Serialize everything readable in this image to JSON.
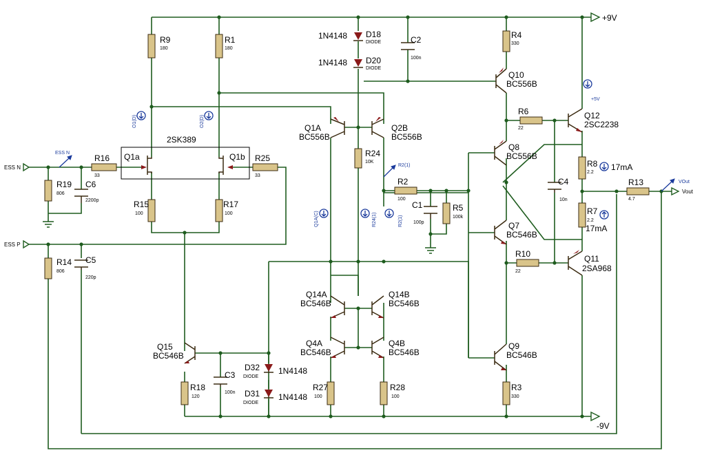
{
  "rails": {
    "vpos": "+9V",
    "vneg": "-9V"
  },
  "terminals": {
    "essn": "ESS N",
    "essp": "ESS P",
    "vout": "Vout",
    "vout_probe": "VOut"
  },
  "probes": {
    "essn": "ESS N",
    "o1d": "O1(D)",
    "o2d": "O2(D)",
    "q1ac": "Q1A(C)",
    "r24_1": "R24(1)",
    "r2_1": "R2(1)",
    "r2_1b": "R2(1)",
    "p5v": "+5V"
  },
  "currents": {
    "r8": "17mA",
    "r7": "17mA"
  },
  "jfet_pair": {
    "name": "2SK389",
    "qa": "Q1a",
    "qb": "Q1b"
  },
  "resistors": [
    {
      "ref": "R9",
      "val": "180"
    },
    {
      "ref": "R1",
      "val": "180"
    },
    {
      "ref": "R4",
      "val": "330"
    },
    {
      "ref": "R16",
      "val": "33"
    },
    {
      "ref": "R25",
      "val": "33"
    },
    {
      "ref": "R19",
      "val": "806"
    },
    {
      "ref": "R15",
      "val": "100"
    },
    {
      "ref": "R17",
      "val": "100"
    },
    {
      "ref": "R24",
      "val": "10K"
    },
    {
      "ref": "R2",
      "val": "100"
    },
    {
      "ref": "R5",
      "val": "100k"
    },
    {
      "ref": "R6",
      "val": "22"
    },
    {
      "ref": "R10",
      "val": "22"
    },
    {
      "ref": "R8",
      "val": "2.2"
    },
    {
      "ref": "R7",
      "val": "2.2"
    },
    {
      "ref": "R13",
      "val": "4.7"
    },
    {
      "ref": "R14",
      "val": "806"
    },
    {
      "ref": "R18",
      "val": "120"
    },
    {
      "ref": "R27",
      "val": "100"
    },
    {
      "ref": "R28",
      "val": "100"
    },
    {
      "ref": "R3",
      "val": "330"
    }
  ],
  "capacitors": [
    {
      "ref": "C2",
      "val": "100n"
    },
    {
      "ref": "C6",
      "val": "2200p"
    },
    {
      "ref": "C5",
      "val": "220p"
    },
    {
      "ref": "C1",
      "val": "100p"
    },
    {
      "ref": "C4",
      "val": "10n"
    },
    {
      "ref": "C3",
      "val": "100n"
    }
  ],
  "diodes": [
    {
      "ref": "D18",
      "type": "DIODE",
      "part": "1N4148"
    },
    {
      "ref": "D20",
      "type": "DIODE",
      "part": "1N4148"
    },
    {
      "ref": "D32",
      "type": "DIODE",
      "part": "1N4148"
    },
    {
      "ref": "D31",
      "type": "DIODE",
      "part": "1N4148"
    }
  ],
  "transistors": [
    {
      "ref": "Q1A",
      "part": "BC556B"
    },
    {
      "ref": "Q2B",
      "part": "BC556B"
    },
    {
      "ref": "Q10",
      "part": "BC556B"
    },
    {
      "ref": "Q8",
      "part": "BC556B"
    },
    {
      "ref": "Q7",
      "part": "BC546B"
    },
    {
      "ref": "Q12",
      "part": "2SC2238"
    },
    {
      "ref": "Q11",
      "part": "2SA968"
    },
    {
      "ref": "Q14A",
      "part": "BC546B"
    },
    {
      "ref": "Q14B",
      "part": "BC546B"
    },
    {
      "ref": "Q4A",
      "part": "BC546B"
    },
    {
      "ref": "Q4B",
      "part": "BC546B"
    },
    {
      "ref": "Q15",
      "part": "BC546B"
    },
    {
      "ref": "Q9",
      "part": "BC546B"
    }
  ]
}
